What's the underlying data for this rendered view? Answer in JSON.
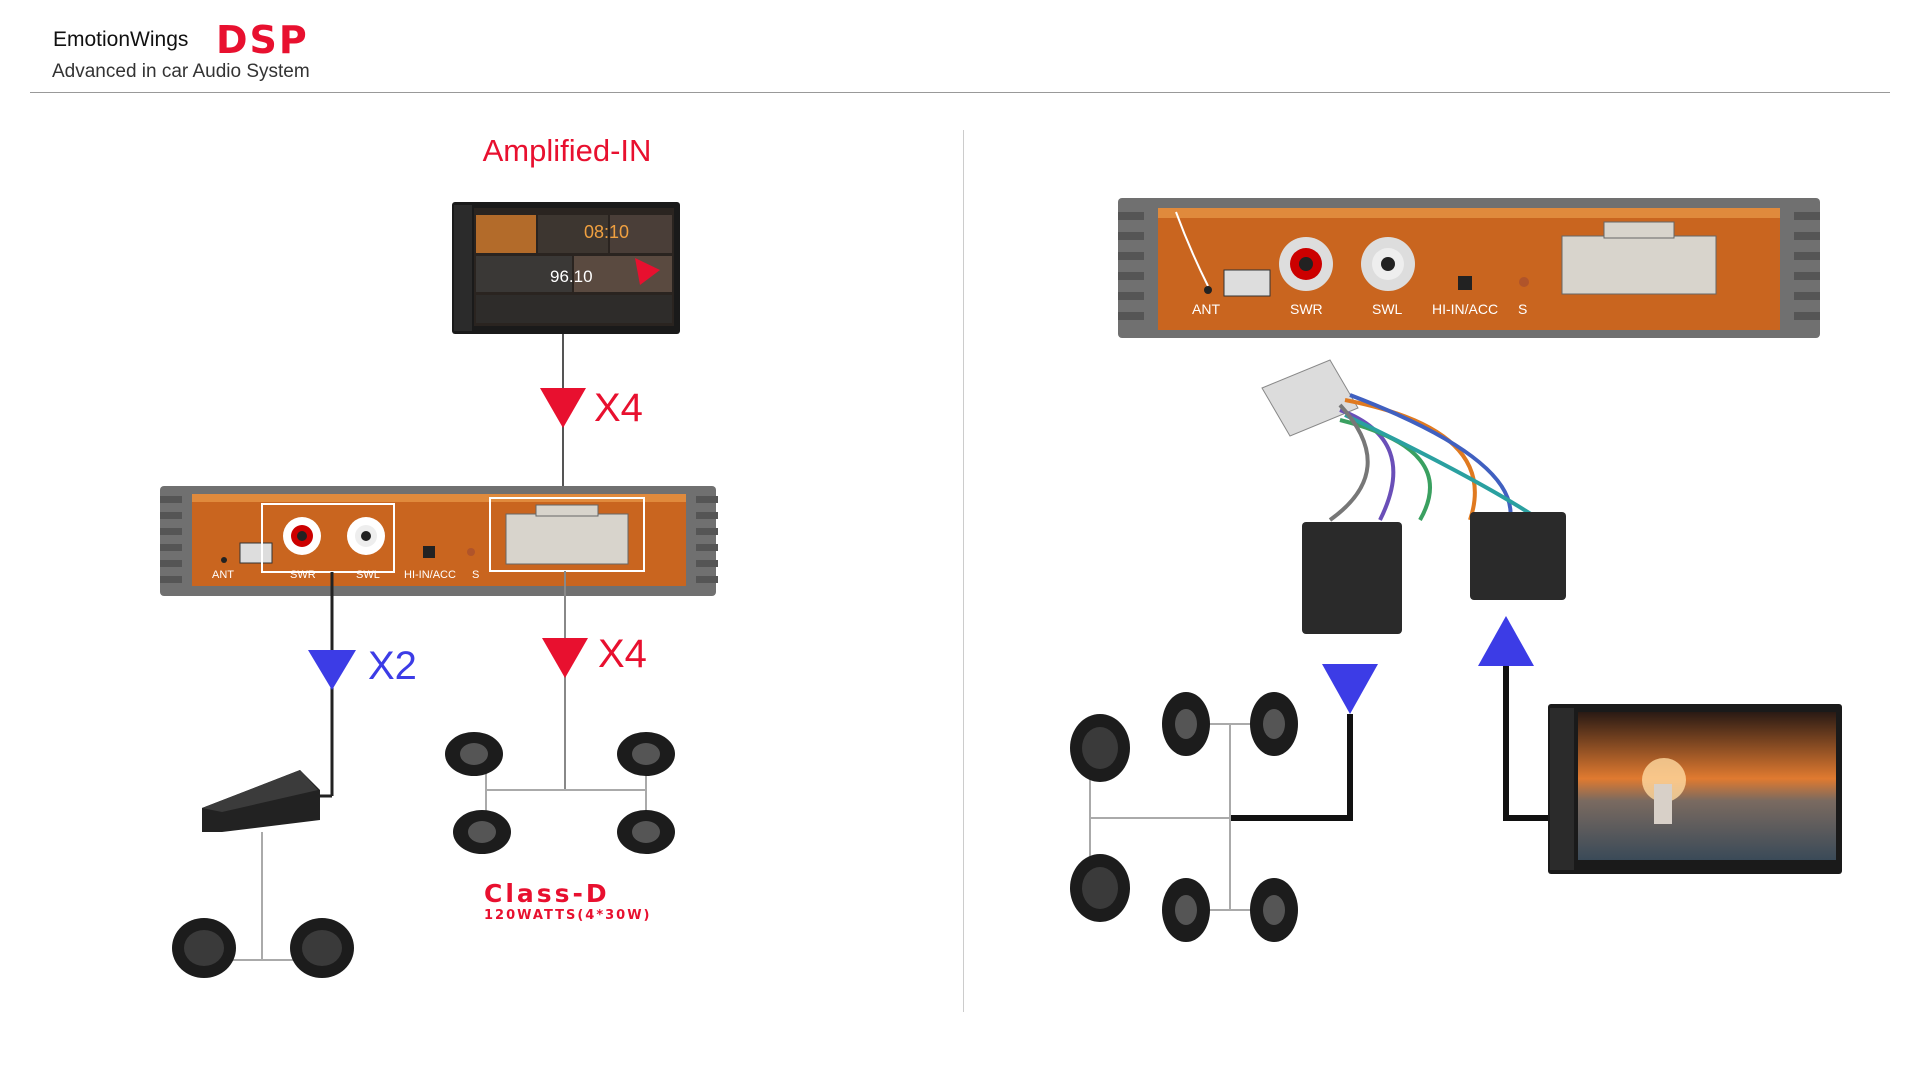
{
  "header": {
    "brand": "EmotionWings",
    "product": "DSP",
    "tagline": "Advanced in car Audio System"
  },
  "left_diagram": {
    "title": "Amplified-IN",
    "input_multiplier": "X4",
    "sub_multiplier": "X2",
    "speaker_multiplier": "X4",
    "amp_class": "Class-D",
    "amp_power": "120WATTS(4*30W)",
    "dsp_labels": {
      "ant": "ANT",
      "swr": "SWR",
      "swl": "SWL",
      "hi_in": "HI-IN/ACC",
      "s": "S"
    }
  },
  "right_diagram": {
    "dsp_labels": {
      "ant": "ANT",
      "swr": "SWR",
      "swl": "SWL",
      "hi_in": "HI-IN/ACC",
      "s": "S"
    }
  },
  "head_unit": {
    "clock": "08:10",
    "frequency": "96.10"
  },
  "colors": {
    "accent_red": "#e8102f",
    "accent_blue": "#3c3ce6",
    "dsp_body": "#c9651f"
  }
}
